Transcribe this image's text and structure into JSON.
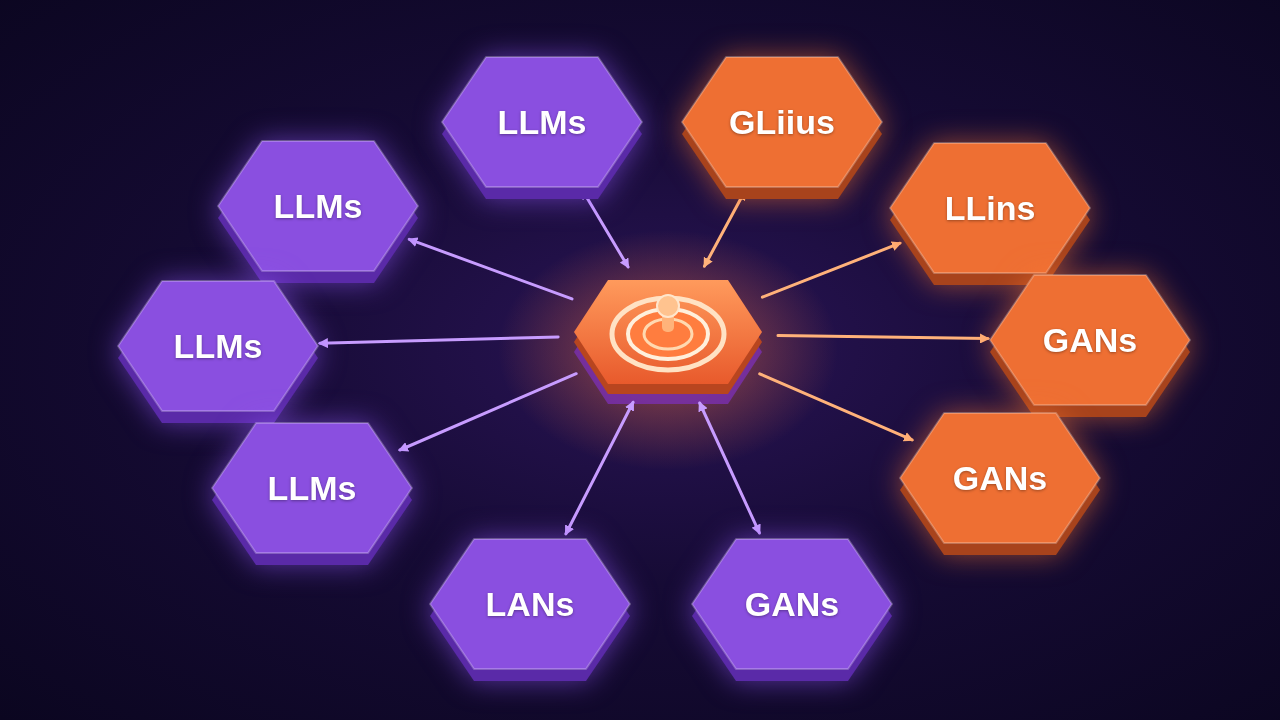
{
  "diagram": {
    "nodes": [
      {
        "text": [
          "LLMs"
        ]
      },
      {
        "text": [
          "GLiius"
        ]
      },
      {
        "text": [
          "LLMs"
        ]
      },
      {
        "text": [
          "LLins"
        ]
      },
      {
        "text": [
          "LLMs"
        ]
      },
      {
        "text": [
          "GANs"
        ]
      },
      {
        "text": [
          "LLMs"
        ]
      },
      {
        "text": [
          "GANs"
        ]
      },
      {
        "text": [
          "LANs"
        ]
      },
      {
        "text": [
          "GANs"
        ]
      }
    ]
  }
}
